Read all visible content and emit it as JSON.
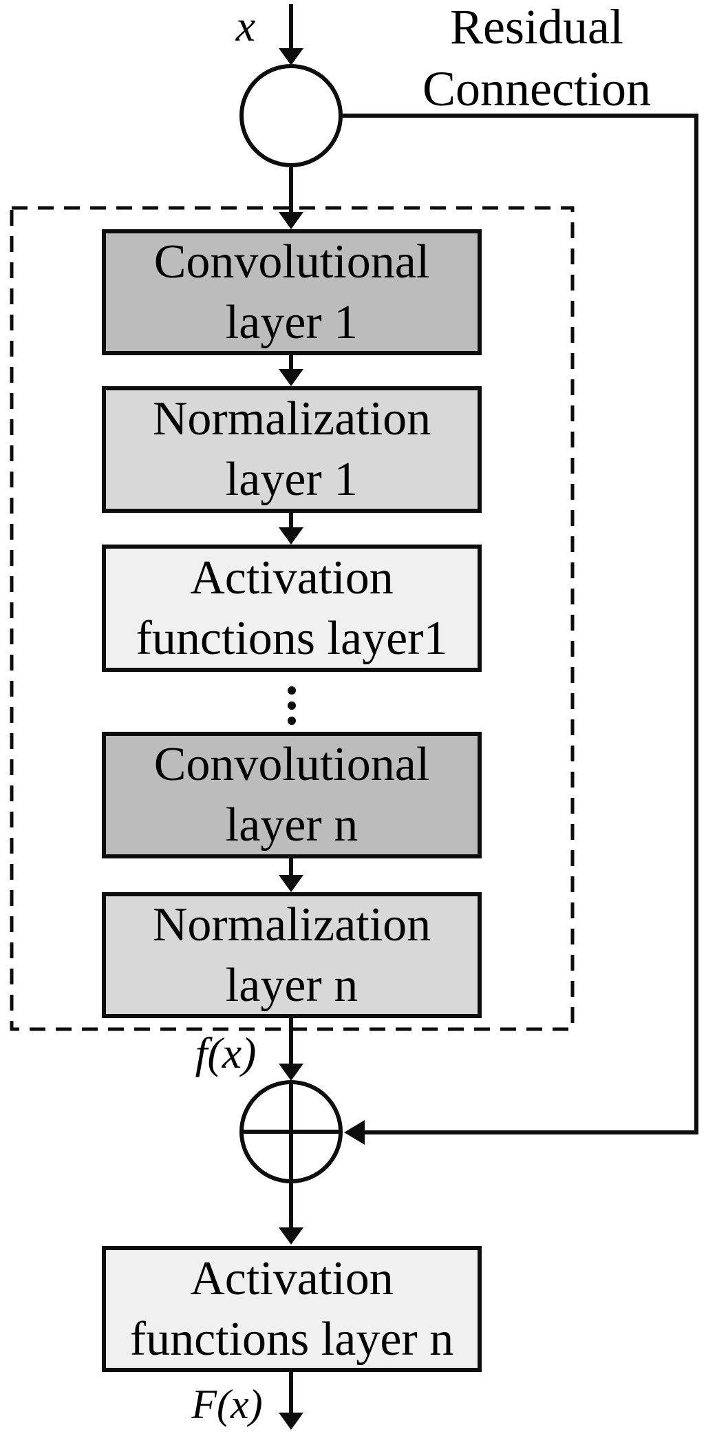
{
  "figure": {
    "title": {
      "line1": "Residual",
      "line2": "Connection"
    },
    "labels": {
      "input": "x",
      "block_output": "f(x)",
      "final_output": "F(x)"
    },
    "blocks": {
      "conv1": {
        "line1": "Convolutional",
        "line2": "layer 1"
      },
      "norm1": {
        "line1": "Normalization",
        "line2": "layer 1"
      },
      "act1": {
        "line1": "Activation",
        "line2": "functions layer1"
      },
      "convn": {
        "line1": "Convolutional",
        "line2": "layer n"
      },
      "normn": {
        "line1": "Normalization",
        "line2": "layer n"
      },
      "actn": {
        "line1": "Activation",
        "line2": "functions layer n"
      }
    },
    "icons": {
      "split_node": "circle-node",
      "sum_node": "plus-circle",
      "ellipsis": "vertical-ellipsis"
    },
    "colors": {
      "conv": "#bcbcbc",
      "norm": "#d8d8d8",
      "act": "#f0f0f0",
      "line": "#0d0d0d",
      "background": "#ffffff"
    }
  }
}
